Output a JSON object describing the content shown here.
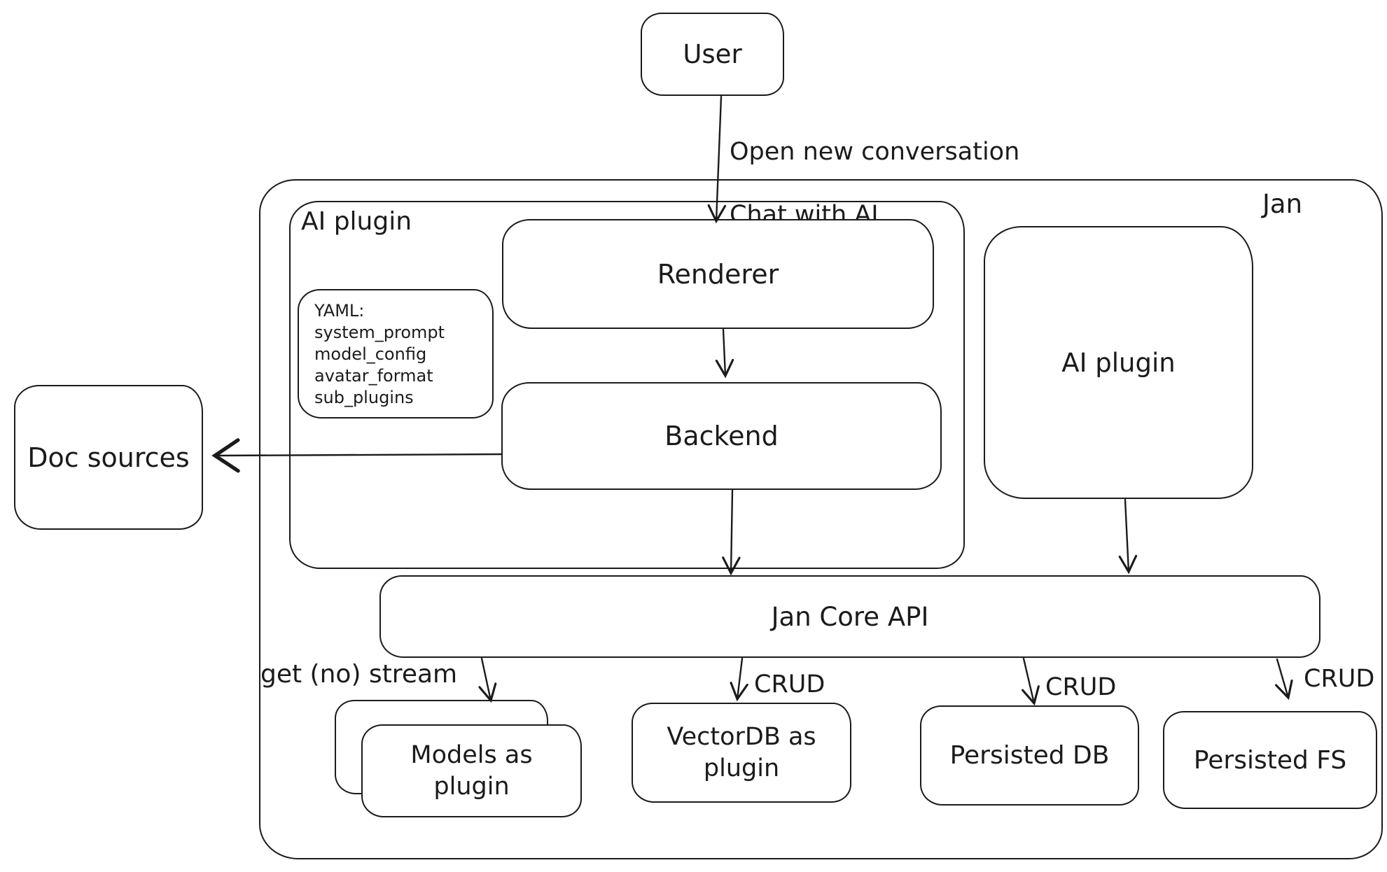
{
  "colors": {
    "stroke": "#1b1b1b",
    "background": "#ffffff"
  },
  "outer": {
    "jan_label": "Jan"
  },
  "user": {
    "label": "User"
  },
  "user_arrow": {
    "lines": [
      "Open new conversation",
      "Chat with AI"
    ]
  },
  "ai_plugin_container": {
    "label": "AI plugin"
  },
  "yaml_note": {
    "lines": [
      "YAML:",
      "system_prompt",
      "model_config",
      "avatar_format",
      "sub_plugins"
    ]
  },
  "nodes": {
    "renderer": "Renderer",
    "backend": "Backend",
    "doc_sources": "Doc sources",
    "ai_plugin_right": "AI plugin",
    "jan_core_api": "Jan Core API",
    "models_as_plugin": "Models as plugin",
    "vectordb_as_plugin": "VectorDB as plugin",
    "persisted_db": "Persisted DB",
    "persisted_fs": "Persisted FS"
  },
  "edge_labels": {
    "get_no_stream": "get (no) stream",
    "crud_vectordb": "CRUD",
    "crud_persisted_db": "CRUD",
    "crud_persisted_fs": "CRUD"
  }
}
